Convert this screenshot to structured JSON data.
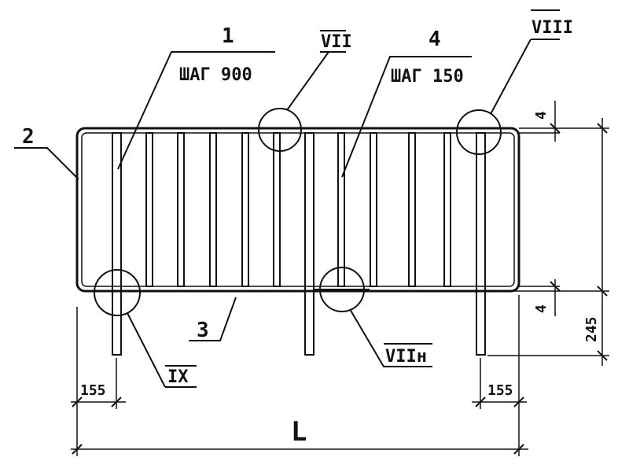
{
  "callouts": {
    "item1_number": "1",
    "item1_spacing": "ШАГ 900",
    "item2_number": "2",
    "item3_number": "3",
    "item4_number": "4",
    "item4_spacing": "ШАГ 150"
  },
  "details": {
    "vii": "VII",
    "vii_n": "VIIн",
    "viii": "VIII",
    "ix": "IX"
  },
  "dimensions": {
    "top_gap": "4",
    "bottom_gap": "4",
    "post_extension": "245",
    "left_offset": "155",
    "right_offset": "155",
    "length": "L"
  }
}
